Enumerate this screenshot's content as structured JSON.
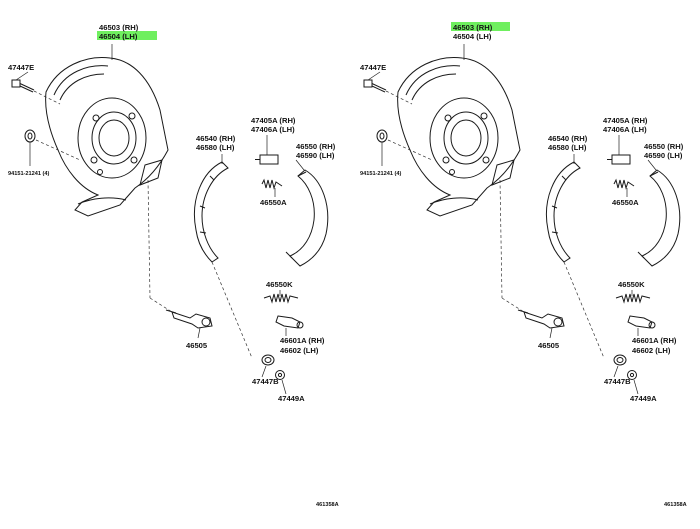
{
  "diagrams": [
    {
      "highlight": "left-hand",
      "labels": {
        "backing_plate_rh": "46503 (RH)",
        "backing_plate_lh": "46504 (LH)",
        "bolt": "47447E",
        "plug": "94151-21241 (4)",
        "shoe_rh": "46540 (RH)",
        "shoe_lh": "46580 (LH)",
        "adjuster_rh": "47405A (RH)",
        "adjuster_lh": "47406A (LH)",
        "shoe2_rh": "46550 (RH)",
        "shoe2_lh": "46590 (LH)",
        "spring_a": "46550A",
        "spring_k": "46550K",
        "lever_rh": "46601A (RH)",
        "lever_lh": "46602 (LH)",
        "cable": "46505",
        "nut": "47447B",
        "washer": "47449A",
        "ref": "461358A"
      }
    },
    {
      "highlight": "right-hand",
      "labels": {
        "backing_plate_rh": "46503 (RH)",
        "backing_plate_lh": "46504 (LH)",
        "bolt": "47447E",
        "plug": "94151-21241 (4)",
        "shoe_rh": "46540 (RH)",
        "shoe_lh": "46580 (LH)",
        "adjuster_rh": "47405A (RH)",
        "adjuster_lh": "47406A (LH)",
        "shoe2_rh": "46550 (RH)",
        "shoe2_lh": "46590 (LH)",
        "spring_a": "46550A",
        "spring_k": "46550K",
        "lever_rh": "46601A (RH)",
        "lever_lh": "46602 (LH)",
        "cable": "46505",
        "nut": "47447B",
        "washer": "47449A",
        "ref": "461358A"
      }
    }
  ],
  "colors": {
    "highlight": "#6fef5f",
    "ink": "#1a1a1a"
  }
}
